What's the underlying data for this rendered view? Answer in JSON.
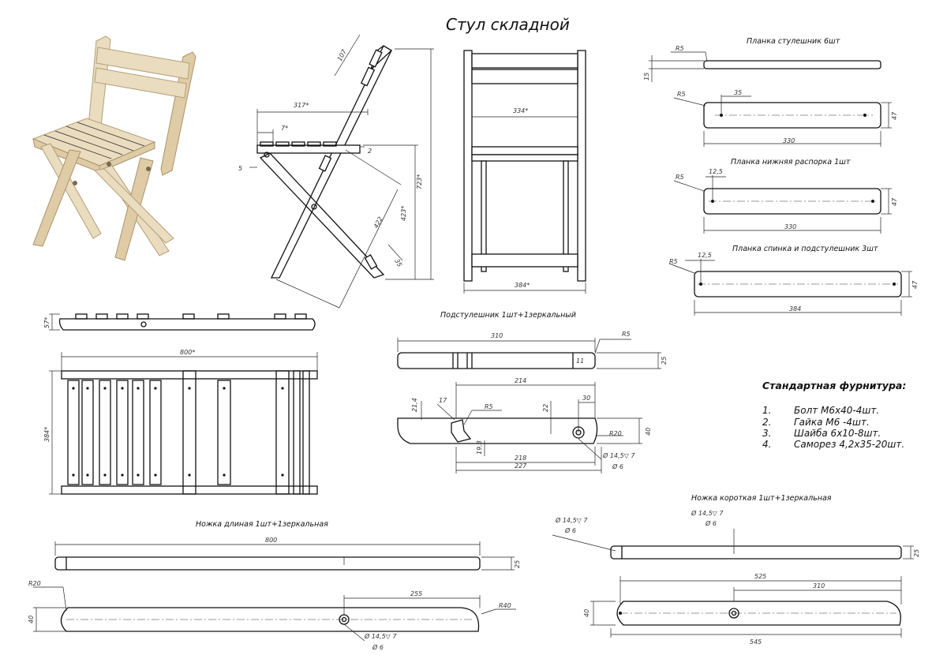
{
  "title": "Стул складной",
  "labels": {
    "slat_seat": "Планка стулешник 6шт",
    "slat_lower": "Планка нижняя распорка 1шт",
    "slat_back": "Планка спинка и подстулешник 3шт",
    "under_seat": "Подстулешник 1шт+1зеркальный",
    "leg_long": "Ножка длиная 1шт+1зеркальная",
    "leg_short": "Ножка короткая 1шт+1зеркальная"
  },
  "hardware": {
    "title": "Стандартная фурнитура:",
    "items": [
      {
        "num": "1.",
        "text": "Болт М6х40-4шт."
      },
      {
        "num": "2.",
        "text": "Гайка М6 -4шт."
      },
      {
        "num": "3.",
        "text": "Шайба 6х10-8шт."
      },
      {
        "num": "4.",
        "text": "Саморез 4,2х35-20шт."
      }
    ]
  },
  "dims": {
    "side_107": "107",
    "side_317": "317*",
    "side_7": "7*",
    "side_2": "2",
    "side_5": "5",
    "side_422": "422",
    "side_423": "423*",
    "side_723": "723*",
    "side_35": "35",
    "front_334": "334*",
    "front_384": "384*",
    "seat_r5": "R5",
    "seat_15": "15",
    "seat_35": "35",
    "seat_47": "47",
    "seat_330": "330",
    "lower_r5": "R5",
    "lower_125": "12,5",
    "lower_47": "47",
    "lower_330": "330",
    "back_r5": "R5",
    "back_125": "12,5",
    "back_47": "47",
    "back_384": "384",
    "fold_57": "57*",
    "fold_800": "800*",
    "fold_384": "384*",
    "us_310": "310",
    "us_r5": "R5",
    "us_25": "25",
    "us_11": "11",
    "us_214": "214",
    "us_214b": "21,4",
    "us_17": "17",
    "us_r5b": "R5",
    "us_22": "22",
    "us_30": "30",
    "us_40": "40",
    "us_r20": "R20",
    "us_193": "19,3",
    "us_218": "218",
    "us_227": "227",
    "us_hole": "Ø 14,5▽ 7",
    "us_hole2": "Ø 6",
    "ll_800": "800",
    "ll_25": "25",
    "ll_r20": "R20",
    "ll_40": "40",
    "ll_255": "255",
    "ll_r40": "R40",
    "ll_hole": "Ø 14,5▽ 7",
    "ll_hole2": "Ø 6",
    "ls_hole_a": "Ø 14,5▽ 7",
    "ls_hole_a2": "Ø 6",
    "ls_hole_b": "Ø 14,5▽ 7",
    "ls_hole_b2": "Ø 6",
    "ls_25": "25",
    "ls_525": "525",
    "ls_310": "310",
    "ls_40": "40",
    "ls_545": "545"
  }
}
